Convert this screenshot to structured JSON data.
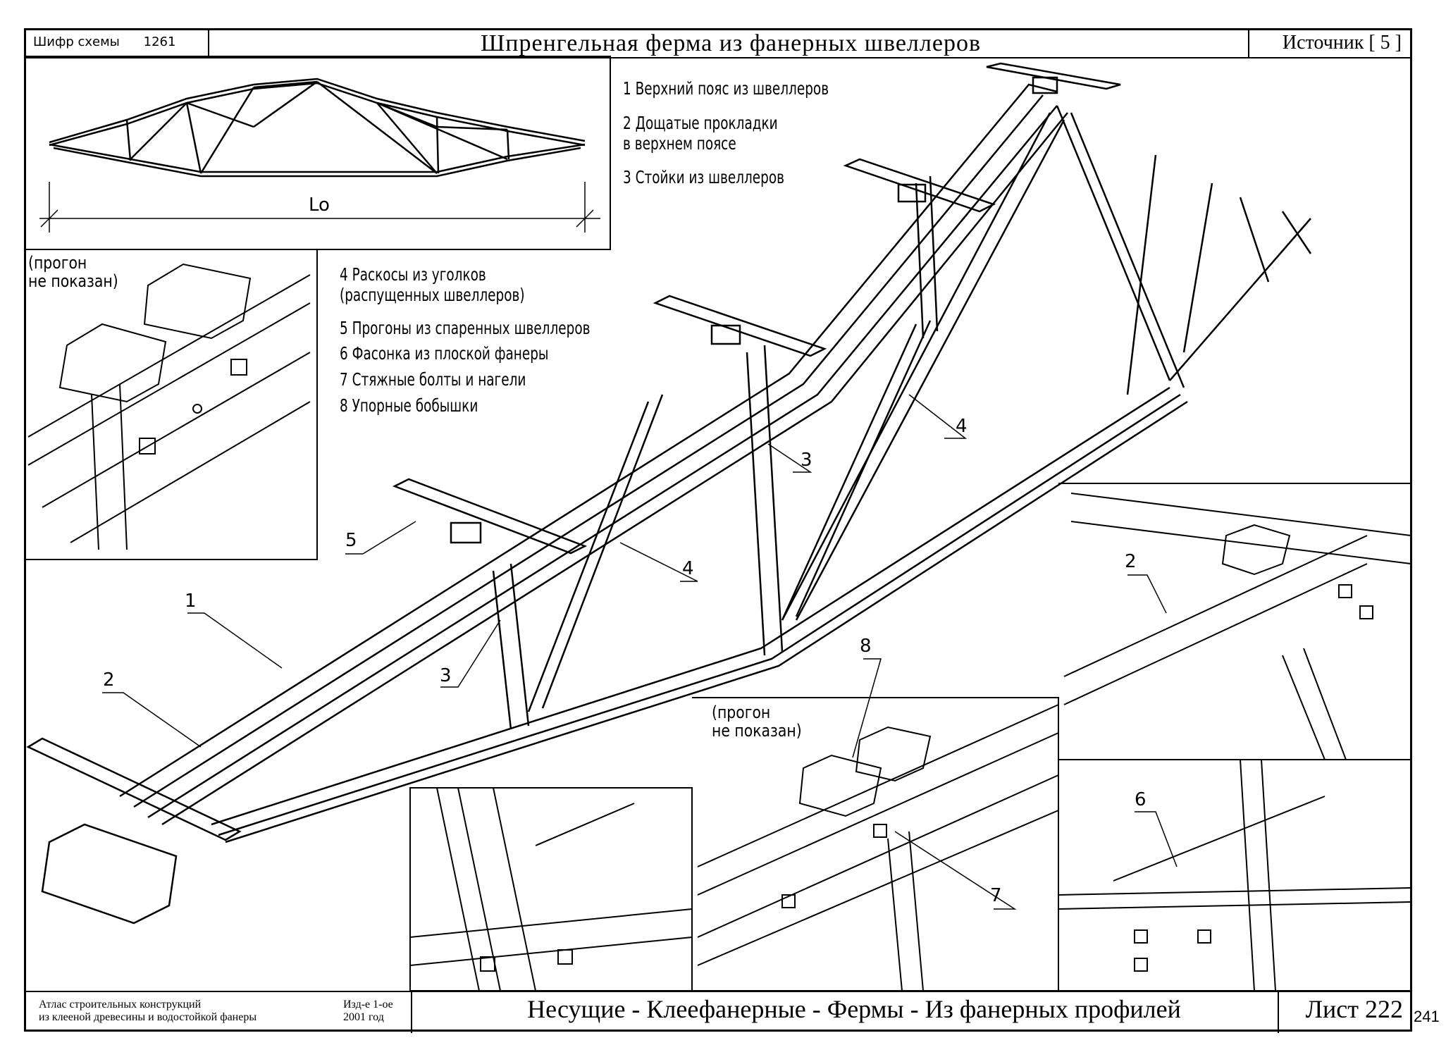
{
  "header": {
    "cipher_label": "Шифр схемы",
    "cipher_value": "1261",
    "title": "Шпренгельная ферма из фанерных швеллеров",
    "source": "Источник [ 5 ]"
  },
  "elevation": {
    "span_label": "Lo"
  },
  "legend": {
    "items": [
      "1  Верхний пояс из швеллеров",
      "2  Дощатые прокладки",
      "     в верхнем поясе",
      "3  Стойки из швеллеров",
      "4  Раскосы из уголков",
      "     (распущенных швеллеров)",
      "5  Прогоны из спаренных швеллеров",
      "6  Фасонка из плоской фанеры",
      "7  Стяжные болты и нагели",
      "8  Упорные бобышки"
    ]
  },
  "notes": {
    "purlin_not_shown_1": "(прогон",
    "purlin_not_shown_2": "не показан)"
  },
  "callouts": {
    "c1": "1",
    "c2a": "2",
    "c2b": "2",
    "c3a": "3",
    "c3b": "3",
    "c4a": "4",
    "c4b": "4",
    "c5": "5",
    "c6": "6",
    "c7": "7",
    "c8": "8"
  },
  "footer": {
    "atlas_line1": "Атлас строительных конструкций",
    "atlas_line2": "из клееной древесины и водостойкой фанеры",
    "edition_line1": "Изд-е 1-ое",
    "edition_line2": "2001 год",
    "category": "Несущие - Клеефанерные - Фермы - Из фанерных профилей",
    "sheet": "Лист 222",
    "page_number": "241"
  }
}
